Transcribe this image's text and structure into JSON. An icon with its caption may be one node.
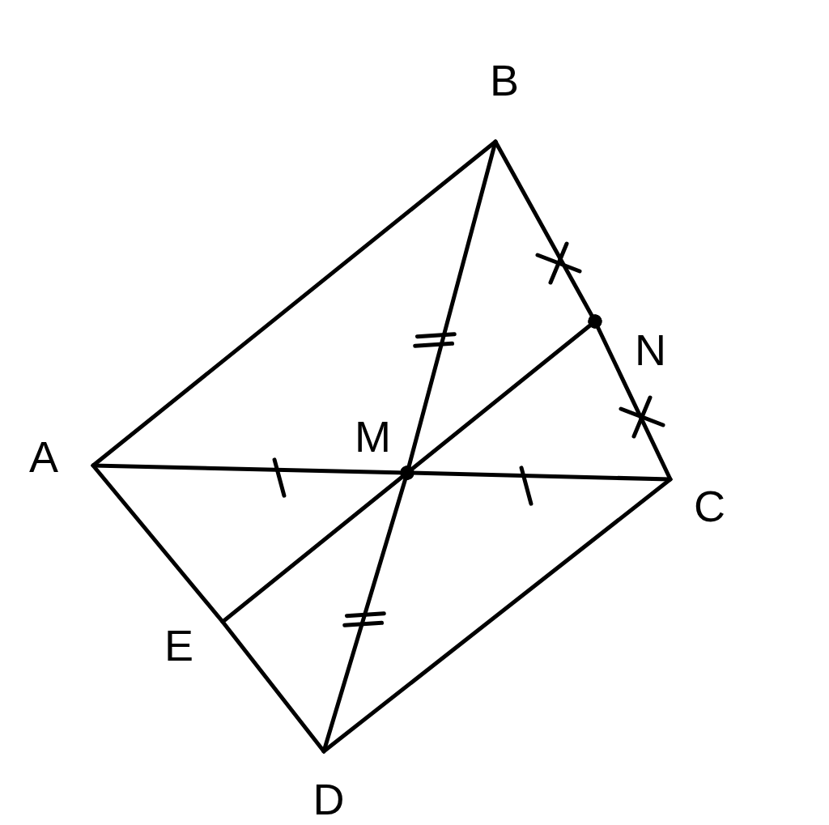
{
  "diagram": {
    "nodes": [
      {
        "text": [
          "B"
        ]
      },
      {
        "text": [
          "N"
        ]
      },
      {
        "text": [
          "A"
        ]
      },
      {
        "text": [
          "M"
        ]
      },
      {
        "text": [
          "C"
        ]
      },
      {
        "text": [
          "E"
        ]
      },
      {
        "text": [
          "D"
        ]
      }
    ],
    "edges": [
      {
        "from": 2,
        "to": 0,
        "arrow": "none"
      },
      {
        "from": 0,
        "to": 1,
        "arrow": "other"
      },
      {
        "from": 1,
        "to": 4,
        "arrow": "other"
      },
      {
        "from": 2,
        "to": 3,
        "arrow": "other"
      },
      {
        "from": 3,
        "to": 4,
        "arrow": "other"
      },
      {
        "from": 0,
        "to": 3,
        "arrow": "other"
      },
      {
        "from": 3,
        "to": 6,
        "arrow": "other"
      },
      {
        "from": 5,
        "to": 3,
        "arrow": "other"
      },
      {
        "from": 3,
        "to": 1,
        "arrow": "other"
      },
      {
        "from": 2,
        "to": 5,
        "arrow": "none"
      },
      {
        "from": 5,
        "to": 6,
        "arrow": "none"
      },
      {
        "from": 6,
        "to": 4,
        "arrow": "none"
      }
    ]
  }
}
